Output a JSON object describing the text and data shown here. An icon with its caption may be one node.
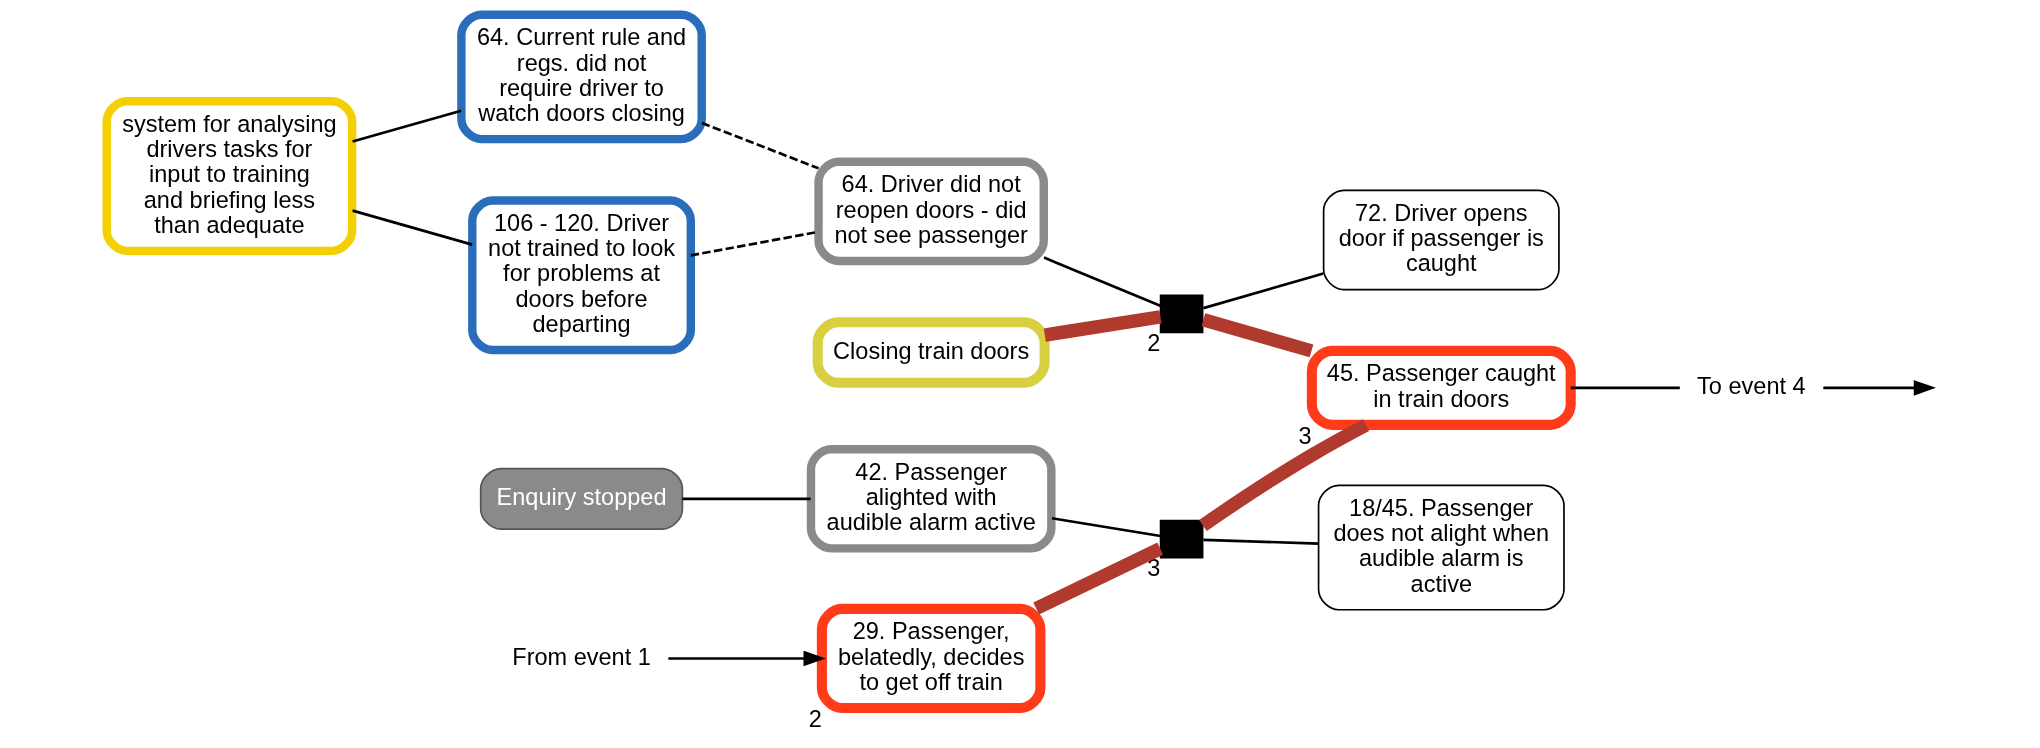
{
  "diagram": {
    "nodes": [
      {
        "text": [
          "system for analysing drivers tasks for input to training and briefing less than adequate"
        ]
      },
      {
        "text": [
          "64. Current rule and regs. did not require driver to watch doors closing"
        ]
      },
      {
        "text": [
          "106 - 120. Driver not trained to look for problems at doors before departing"
        ]
      },
      {
        "text": [
          "64. Driver did not reopen doors - did not see passenger"
        ]
      },
      {
        "text": [
          "Closing train doors"
        ]
      },
      {
        "text": [],
        "shape": "bar",
        "beside": [
          "2"
        ]
      },
      {
        "text": [
          "72. Driver opens door if passenger is caught"
        ]
      },
      {
        "text": [
          "Enquiry stopped"
        ]
      },
      {
        "text": [
          "42. Passenger alighted with audible alarm active"
        ]
      },
      {
        "text": [
          "From event 1"
        ]
      },
      {
        "text": [
          "29. Passenger, belatedly, decides to get off train"
        ],
        "beside": [
          "2"
        ]
      },
      {
        "text": [],
        "shape": "bar",
        "beside": [
          "3"
        ]
      },
      {
        "text": [
          "18/45. Passenger does not alight when audible alarm is active"
        ]
      },
      {
        "text": [
          "45. Passenger caught in train doors"
        ],
        "beside": [
          "3"
        ]
      },
      {
        "text": [
          "To event 4"
        ]
      }
    ],
    "edges": [
      {
        "from": 0,
        "to": 1,
        "arrow": "none"
      },
      {
        "from": 0,
        "to": 2,
        "arrow": "none"
      },
      {
        "from": 1,
        "to": 3,
        "arrow": "none",
        "style": "dashed"
      },
      {
        "from": 2,
        "to": 3,
        "arrow": "none",
        "style": "dashed"
      },
      {
        "from": 3,
        "to": 5,
        "arrow": "none"
      },
      {
        "from": 4,
        "to": 5,
        "arrow": "none",
        "style": "thick",
        "color": "#b03a2e"
      },
      {
        "from": 5,
        "to": 13,
        "arrow": "none",
        "style": "thick",
        "color": "#b03a2e"
      },
      {
        "from": 5,
        "to": 6,
        "arrow": "none"
      },
      {
        "from": 7,
        "to": 8,
        "arrow": "none"
      },
      {
        "from": 8,
        "to": 11,
        "arrow": "none"
      },
      {
        "from": 9,
        "to": 10,
        "arrow": "to"
      },
      {
        "from": 10,
        "to": 11,
        "arrow": "none",
        "style": "thick",
        "color": "#b03a2e"
      },
      {
        "from": 11,
        "to": 13,
        "arrow": "none",
        "style": "thick",
        "color": "#b03a2e"
      },
      {
        "from": 11,
        "to": 12,
        "arrow": "none"
      },
      {
        "from": 13,
        "to": 14,
        "arrow": "none"
      },
      {
        "from": 14,
        "to": null,
        "arrow": "to"
      }
    ]
  }
}
